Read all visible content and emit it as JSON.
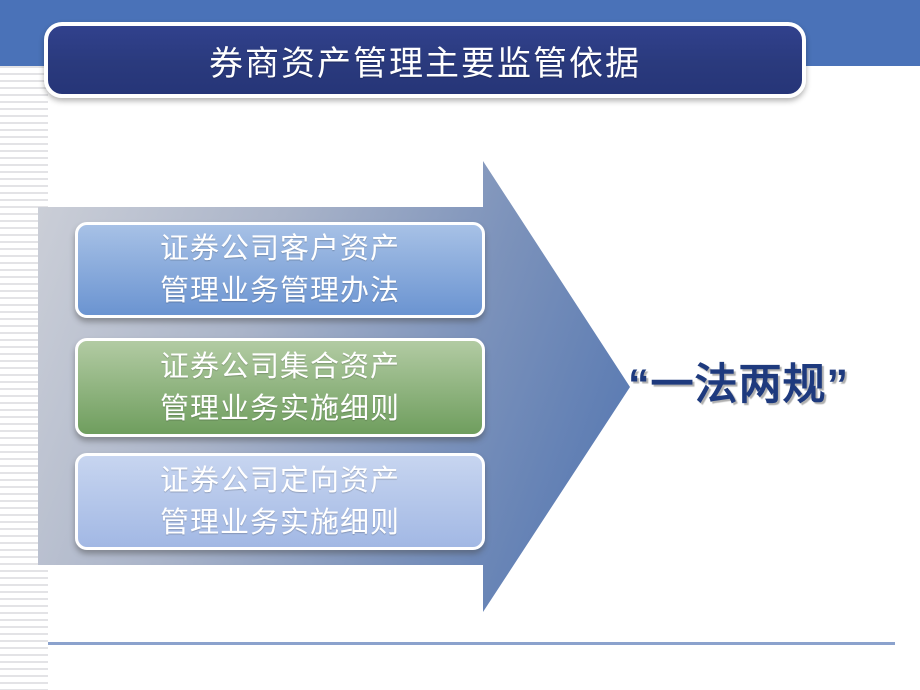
{
  "theme_colors": {
    "band-blue": "#4a72b8",
    "title-navy": "#2a3a7d",
    "box-blue-top": "#a7c1e6",
    "box-blue-bottom": "#6b94d1",
    "box-green-top": "#b2cba3",
    "box-green-bottom": "#6f9e5e",
    "box-peri-top": "#c7d5f0",
    "box-peri-bottom": "#a2b8e4",
    "arrow-gray": "#cdd0d8",
    "arrow-blue": "#4f73b0",
    "slogan-navy": "#1e3a7e",
    "divider-blue": "#8ba2cd"
  },
  "header": {
    "title": "券商资产管理主要监管依据"
  },
  "diagram": {
    "boxes": [
      {
        "line1": "证券公司客户资产",
        "line2": "管理业务管理办法"
      },
      {
        "line1": "证券公司集合资产",
        "line2": "管理业务实施细则"
      },
      {
        "line1": "证券公司定向资产",
        "line2": "管理业务实施细则"
      }
    ],
    "slogan": "“一法两规”"
  }
}
